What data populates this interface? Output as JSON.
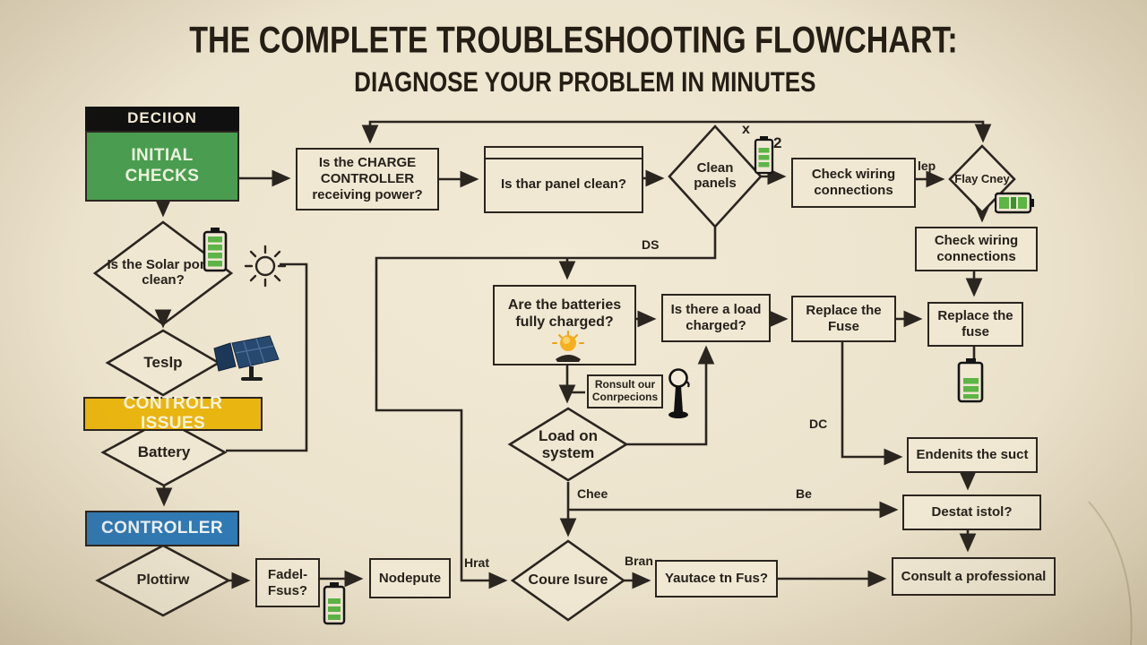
{
  "title": {
    "line1": "THE COMPLETE TROUBLESHOOTING FLOWCHART:",
    "line2": "DIAGNOSE YOUR PROBLEM IN MINUTES"
  },
  "nodes": {
    "decision_header": {
      "label": "DECIION"
    },
    "initial_checks": {
      "label": "INITIAL CHECKS"
    },
    "charge_controller_q": {
      "label": "Is the CHARGE CONTROLLER receiving power?"
    },
    "panel_clean_q": {
      "label": "Is thar panel clean?"
    },
    "clean_panels": {
      "label": "Clean panels"
    },
    "check_wiring_top": {
      "label": "Check wiring connections"
    },
    "flay_cney": {
      "label": "Flay Cney"
    },
    "check_wiring_right": {
      "label": "Check wiring connections"
    },
    "solar_panel_clean_q": {
      "label": "Is the Solar ponel clean?"
    },
    "teslp": {
      "label": "Teslp"
    },
    "controlr_issues": {
      "label": "CONTROLR ISSUES"
    },
    "battery": {
      "label": "Battery"
    },
    "controller": {
      "label": "CONTROLLER"
    },
    "plottirw": {
      "label": "Plottirw"
    },
    "fadel_fsus": {
      "label": "Fadel- Fsus?"
    },
    "nodepute": {
      "label": "Nodepute"
    },
    "batteries_charged_q": {
      "label": "Are the batteries fully charged?"
    },
    "load_charged_q": {
      "label": "Is there a load charged?"
    },
    "replace_fuse_1": {
      "label": "Replace the Fuse"
    },
    "replace_fuse_2": {
      "label": "Replace the fuse"
    },
    "ronsult_conrpecions": {
      "label": "Ronsult our Conrpecions"
    },
    "load_on_system": {
      "label": "Load on system"
    },
    "coure_isure": {
      "label": "Coure Isure"
    },
    "yautace_tn_fus": {
      "label": "Yautace tn Fus?"
    },
    "endenits_the_suct": {
      "label": "Endenits the suct"
    },
    "destat_istol": {
      "label": "Destat istol?"
    },
    "consult_professional": {
      "label": "Consult a professional"
    }
  },
  "edge_labels": {
    "lep": "lep",
    "ds": "DS",
    "dc": "DC",
    "chee": "Chee",
    "be": "Be",
    "hrat": "Hrat",
    "bran": "Bran",
    "x": "x",
    "two": "2"
  },
  "colors": {
    "background": "#ede4cf",
    "line": "#2b2520",
    "green_box": "#4a9d50",
    "yellow_box": "#e9b511",
    "blue_box": "#2f7ab5",
    "header_black": "#101010",
    "battery_green": "#5cb544"
  },
  "icons": [
    "battery-icon",
    "battery-horizontal-icon",
    "sun-icon",
    "solar-panel-icon",
    "bulb-icon",
    "magnifier-lamp-icon"
  ]
}
